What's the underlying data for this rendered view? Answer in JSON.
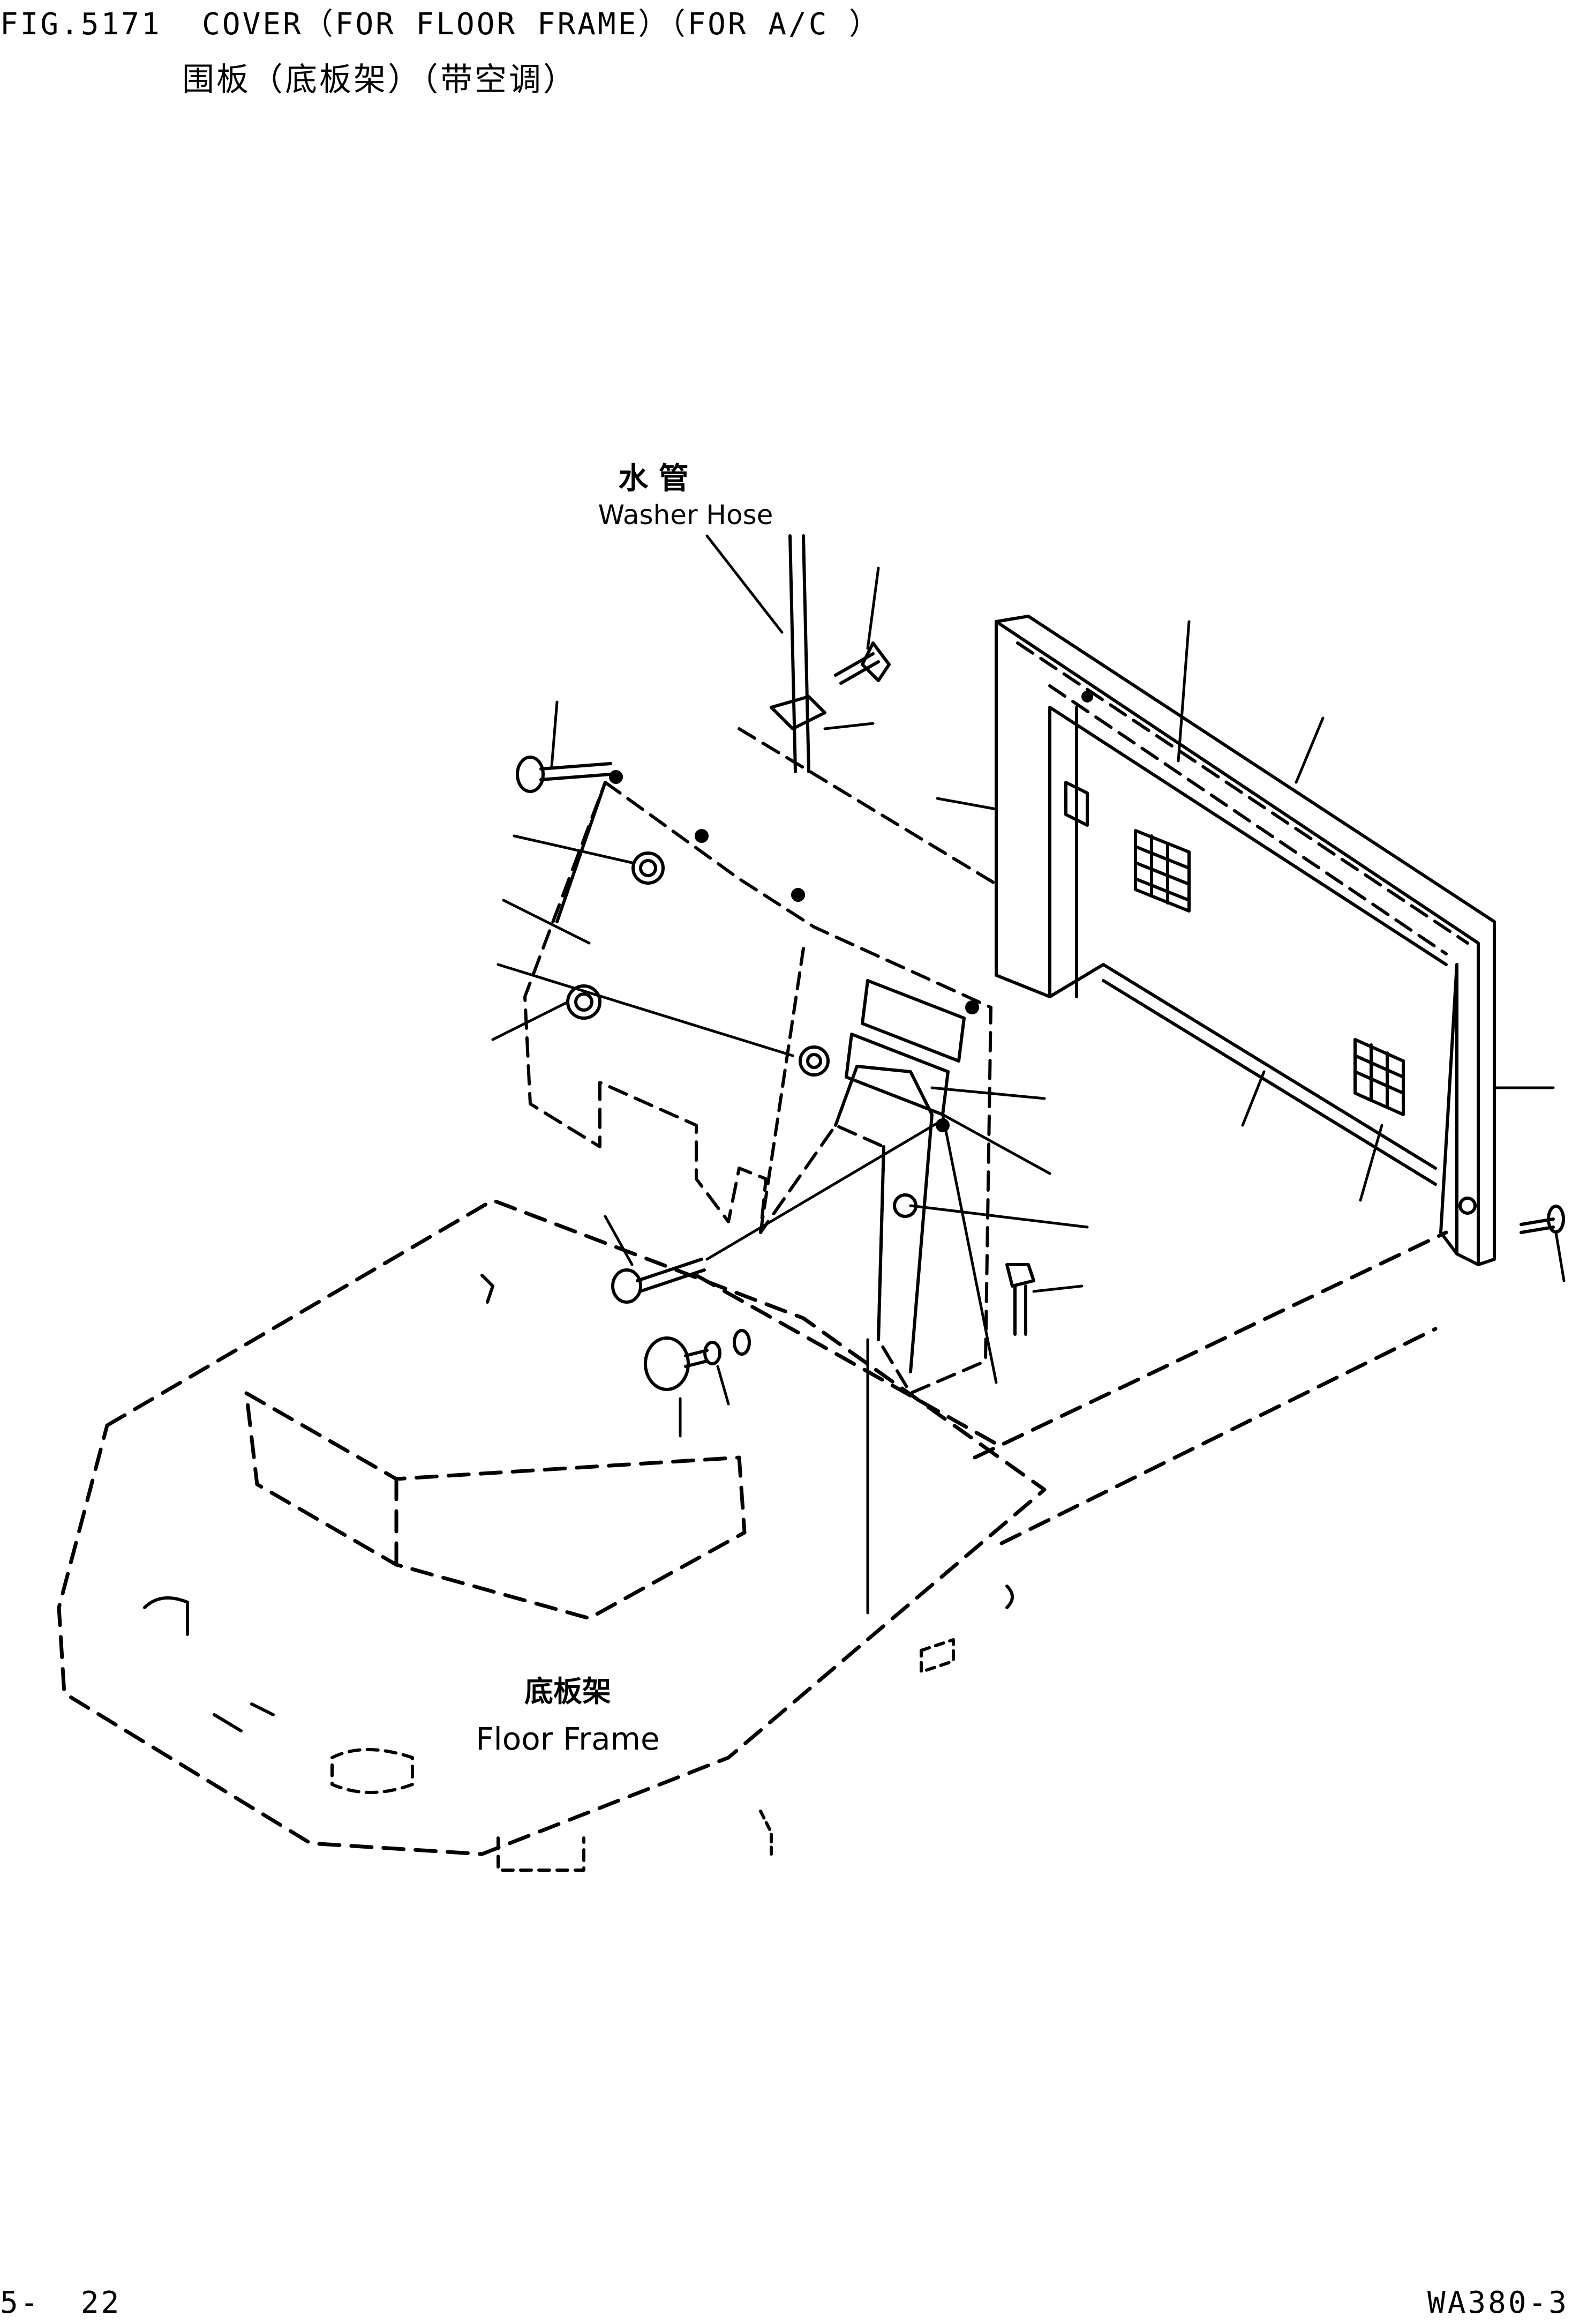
{
  "header": {
    "title": "FIG.5171  COVER（FOR FLOOR FRAME）（FOR A/C ）",
    "title_cn": "围板（底板架）（带空调）"
  },
  "labels": {
    "washer_hose_cn": "水 管",
    "washer_hose_en": "Washer Hose",
    "floor_frame_cn": "底板架",
    "floor_frame_en": "Floor Frame"
  },
  "footer": {
    "page": "5-  22",
    "model": "WA380-3"
  }
}
